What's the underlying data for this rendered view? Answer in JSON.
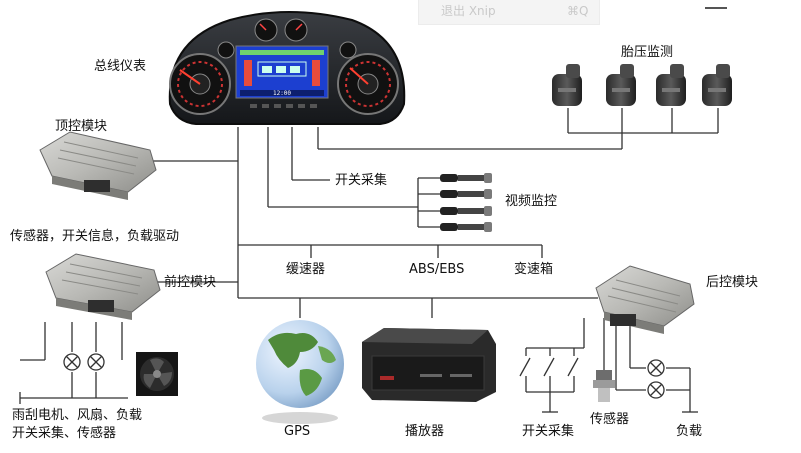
{
  "watermark": {
    "left_text": "退出 Xnip",
    "right_text": "⌘Q"
  },
  "labels": {
    "cluster": "总线仪表",
    "tire": "胎压监测",
    "top_module": "顶控模块",
    "switch_collect_top": "开关采集",
    "video": "视频监控",
    "sensor_info": "传感器，开关信息，负载驱动",
    "front_module": "前控模块",
    "retarder": "缓速器",
    "abs": "ABS/EBS",
    "gearbox": "变速箱",
    "rear_module": "后控模块",
    "front_loads_1": "雨刮电机、风扇、负载",
    "front_loads_2": "开关采集、传感器",
    "gps": "GPS",
    "player": "播放器",
    "switch_collect_rear": "开关采集",
    "sensor_rear": "传感器",
    "load_rear": "负载"
  },
  "cluster_display": {
    "time": "12:00"
  }
}
